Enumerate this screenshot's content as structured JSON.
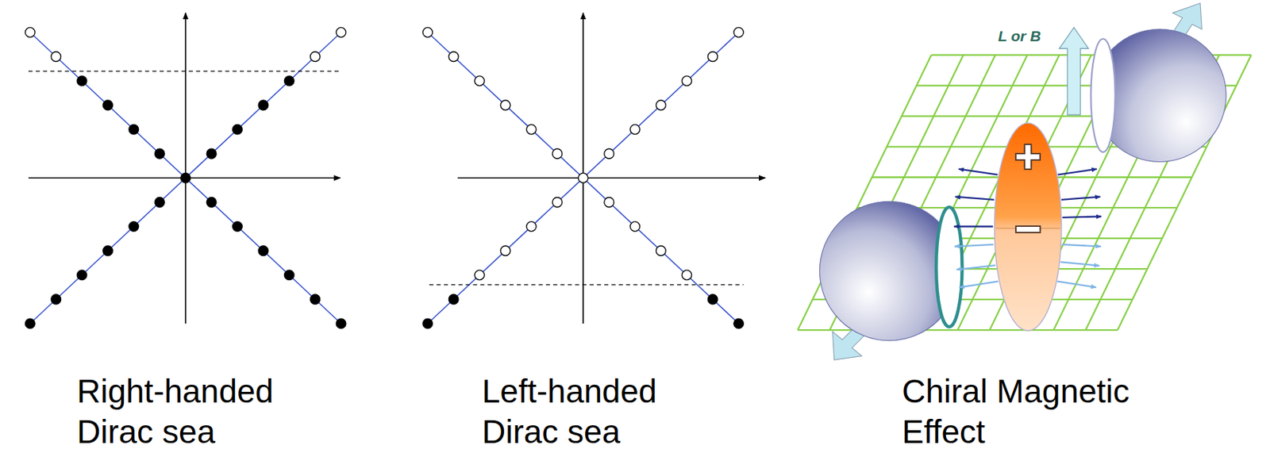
{
  "diagram": {
    "nodes": [
      {
        "text": [
          "+",
          "−"
        ]
      }
    ],
    "labels": [
      "L or B",
      "Right-handed Dirac sea",
      "Left-handed Dirac sea",
      "Chiral Magnetic Effect"
    ]
  }
}
